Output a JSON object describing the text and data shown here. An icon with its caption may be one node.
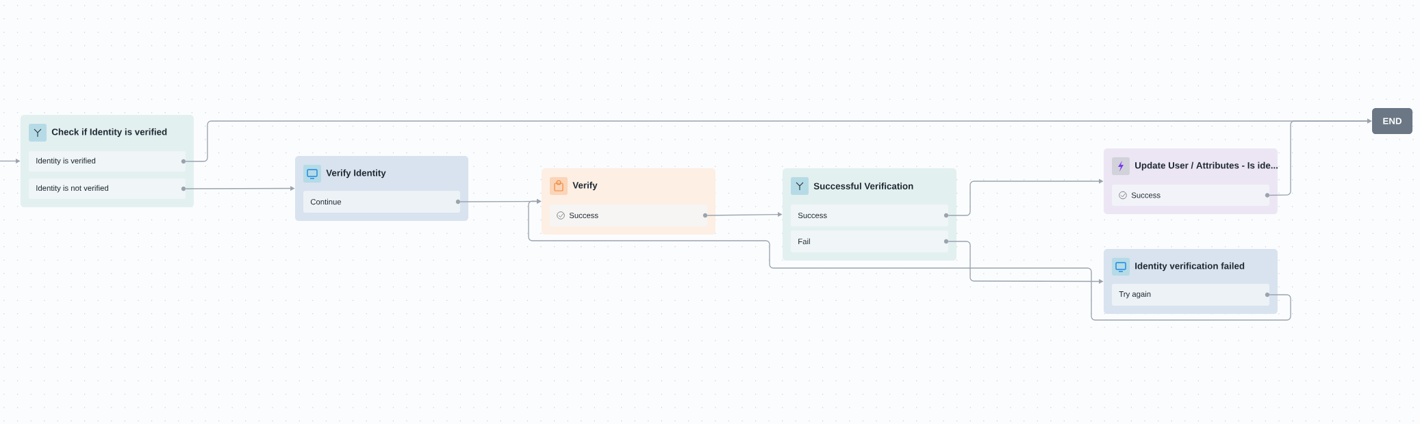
{
  "diagram": {
    "nodes": [
      {
        "text": [
          "Check if Identity is verified"
        ]
      },
      {
        "text": [
          "Identity is verified"
        ],
        "in": 0
      },
      {
        "text": [
          "Identity is not verified"
        ],
        "in": 0
      },
      {
        "text": [
          "Verify Identity"
        ]
      },
      {
        "text": [
          "Continue"
        ],
        "in": 3
      },
      {
        "text": [
          "Verify"
        ]
      },
      {
        "text": [
          "Success"
        ],
        "in": 5
      },
      {
        "text": [
          "Successful Verification"
        ]
      },
      {
        "text": [
          "Success"
        ],
        "in": 7
      },
      {
        "text": [
          "Fail"
        ],
        "in": 7
      },
      {
        "text": [
          "Update User / Attributes - Is ide..."
        ]
      },
      {
        "text": [
          "Success"
        ],
        "in": 10
      },
      {
        "text": [
          "Identity verification failed"
        ]
      },
      {
        "text": [
          "Try again"
        ],
        "in": 12
      },
      {
        "text": [
          "END"
        ]
      }
    ],
    "edges": [
      {
        "from": null,
        "to": 0,
        "arrow": "to"
      },
      {
        "from": 1,
        "to": 14,
        "arrow": "to"
      },
      {
        "from": 2,
        "to": 3,
        "arrow": "to"
      },
      {
        "from": 4,
        "to": 5,
        "arrow": "to"
      },
      {
        "from": 6,
        "to": 7,
        "arrow": "to"
      },
      {
        "from": 8,
        "to": 10,
        "arrow": "to"
      },
      {
        "from": 9,
        "to": 12,
        "arrow": "to"
      },
      {
        "from": 11,
        "to": 14,
        "arrow": "to"
      },
      {
        "from": 13,
        "to": 5,
        "arrow": "to"
      }
    ]
  }
}
